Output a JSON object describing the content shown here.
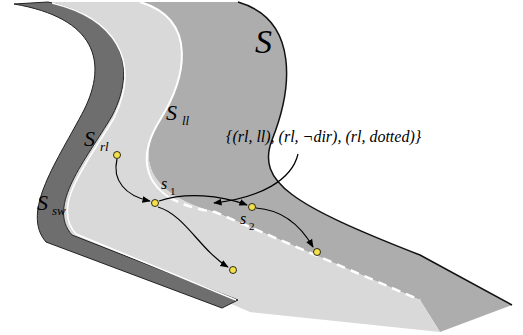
{
  "diagram": {
    "labels": [
      "S",
      "S",
      "rl",
      "S",
      "ll",
      "{(rl, ll), (rl, ¬dir), (rl, dotted)}",
      "s",
      "1",
      "s",
      "2",
      "S",
      "sw"
    ]
  }
}
